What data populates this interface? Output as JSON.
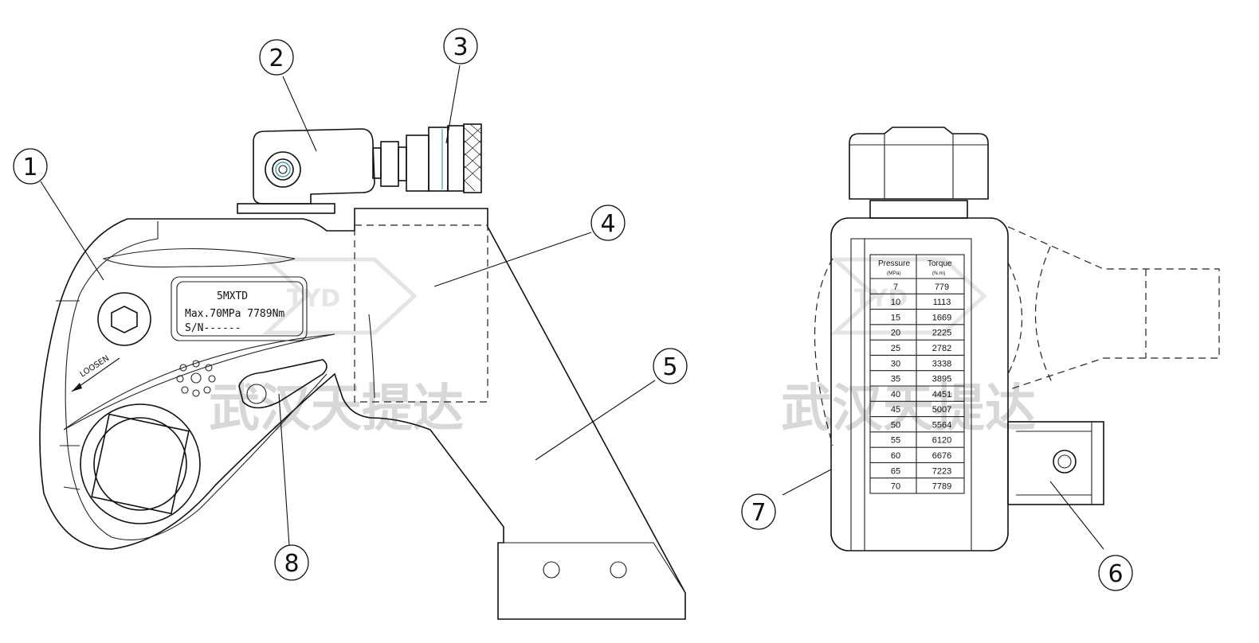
{
  "watermark": {
    "text": "武汉天提达",
    "logo_text": "TYD"
  },
  "nameplate": {
    "model": "5MXTD",
    "spec": "Max.70MPa 7789Nm",
    "serial": "S/N------"
  },
  "arrow_label": "LOOSEN",
  "callouts": [
    {
      "number": "1"
    },
    {
      "number": "2"
    },
    {
      "number": "3"
    },
    {
      "number": "4"
    },
    {
      "number": "5"
    },
    {
      "number": "6"
    },
    {
      "number": "7"
    },
    {
      "number": "8"
    }
  ],
  "torque_table": {
    "headers": [
      {
        "label": "Pressure",
        "unit": "(MPa)"
      },
      {
        "label": "Torque",
        "unit": "(N.m)"
      }
    ],
    "rows": [
      [
        "7",
        "779"
      ],
      [
        "10",
        "1113"
      ],
      [
        "15",
        "1669"
      ],
      [
        "20",
        "2225"
      ],
      [
        "25",
        "2782"
      ],
      [
        "30",
        "3338"
      ],
      [
        "35",
        "3895"
      ],
      [
        "40",
        "4451"
      ],
      [
        "45",
        "5007"
      ],
      [
        "50",
        "5564"
      ],
      [
        "55",
        "6120"
      ],
      [
        "60",
        "6676"
      ],
      [
        "65",
        "7223"
      ],
      [
        "70",
        "7789"
      ]
    ]
  }
}
